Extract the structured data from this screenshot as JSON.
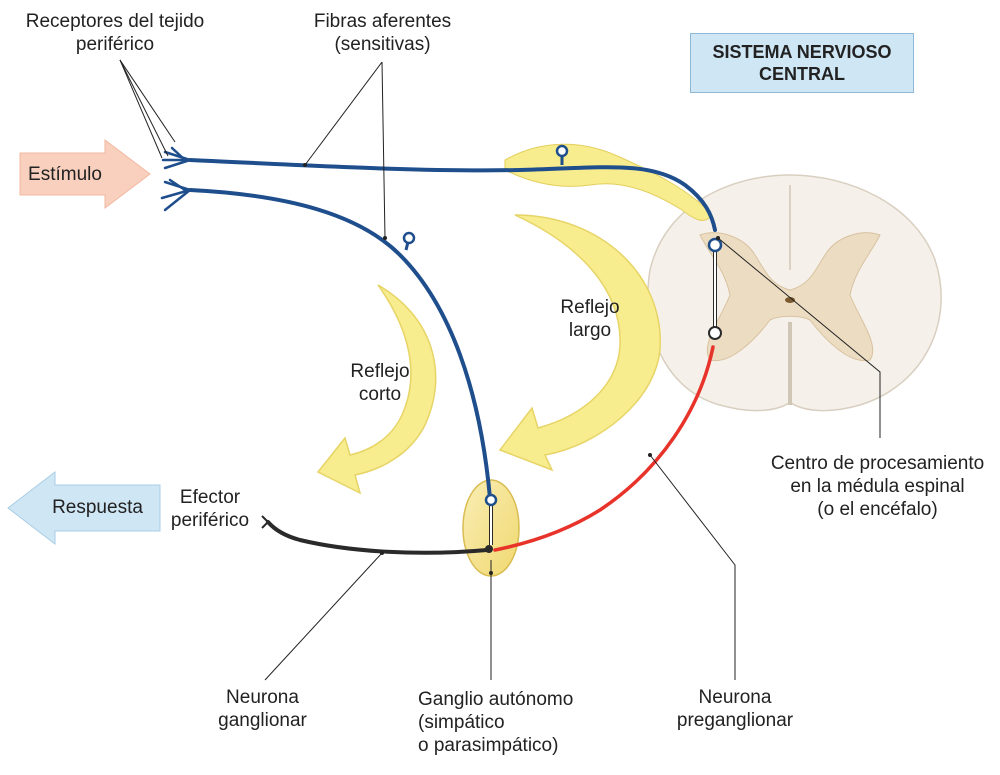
{
  "labels": {
    "receptores": "Receptores del tejido\nperiférico",
    "fibras": "Fibras aferentes\n(sensitivas)",
    "estimulo": "Estímulo",
    "respuesta": "Respuesta",
    "efector": "Efector\nperiférico",
    "reflejo_largo": "Reflejo\nlargo",
    "reflejo_corto": "Reflejo\ncorto",
    "centro": "Centro de procesamiento\nen la médula espinal\n(o el encéfalo)",
    "neurona_ganglionar": "Neurona\nganglionar",
    "ganglio": "Ganglio autónomo\n(simpático\no parasimpático)",
    "neurona_preganglionar": "Neurona\npreganglionar"
  },
  "cns_box": {
    "title": "SISTEMA NERVIOSO\nCENTRAL"
  },
  "colors": {
    "afferent": "#1f4e8c",
    "preganglionic": "#e8332a",
    "ganglionic": "#2a2a2a",
    "ganglion_fill": "#f6e6a0",
    "reflex_arrow": "#f7ec8e",
    "stimulus_arrow": "#f8d0bd",
    "response_arrow": "#cfe6f5",
    "grey_matter": "#ecdcc2",
    "white_matter": "#f5f1ea",
    "cns_box_fill": "#cfe6f5"
  }
}
